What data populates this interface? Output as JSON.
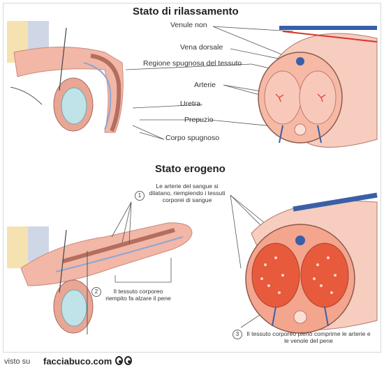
{
  "titles": {
    "relaxed": "Stato di rilassamento",
    "erogenous": "Stato erogeno"
  },
  "labels": {
    "venule": "Venule non",
    "vena": "Vena dorsale",
    "regione": "Regione spugnosa del tessuto",
    "arterie": "Arterie",
    "uretra": "Uretra",
    "prepuzio": "Prepuzio",
    "corpo": "Corpo spugnoso"
  },
  "notes": {
    "n1": "Le arterie del sangue si dilatano, riempiendo i tessuti corporei di sangue",
    "n2": "Il tessuto corporeo riempito fa alzare il pene",
    "n3": "Il tessuto corporeo pieno comprime le arterie e le venole del pene"
  },
  "numbers": {
    "one": "1",
    "two": "2",
    "three": "3"
  },
  "footer": {
    "visto": "visto su",
    "brand": "facciabuco.com"
  },
  "colors": {
    "tissue": "#f2b7a6",
    "skin": "#f6cdbf",
    "vein": "#3a5fa8",
    "artery": "#d9342b",
    "erectile": "#e85a3c"
  }
}
